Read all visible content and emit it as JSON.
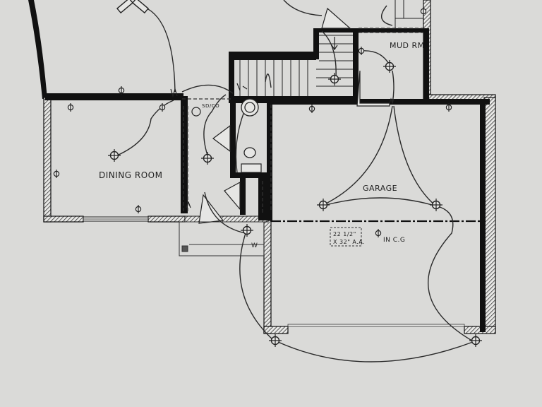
{
  "colors": {
    "paper": "#d9d9d7",
    "wall": "#111111",
    "line": "#2a2a2a",
    "dash": "#333333"
  },
  "rooms": {
    "dining": "DINING ROOM",
    "garage": "GARAGE",
    "mud": "MUD RM"
  },
  "labels": {
    "smoke": "SD/CO",
    "garage_ceiling": "IN C.G",
    "washer": "W",
    "attic_line1": "22 1/2\"",
    "attic_line2": "X 32\" A.A."
  },
  "symbols": {
    "ceiling_light": "ceiling-light-icon",
    "outlet": "outlet-icon",
    "switch": "switch-icon",
    "smoke_detector": "smoke-detector-icon",
    "fan": "fan-icon",
    "toilet": "toilet-icon",
    "sink": "sink-icon"
  }
}
